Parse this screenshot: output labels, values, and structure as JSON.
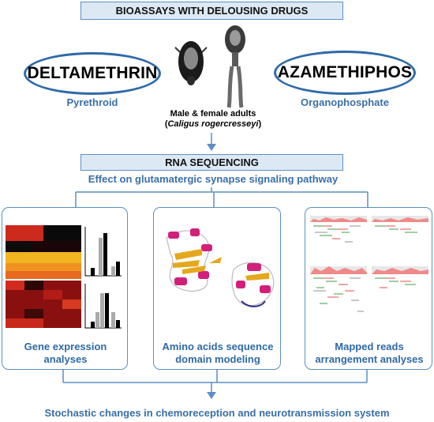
{
  "title": "BIOASSAYS WITH DELOUSING DRUGS",
  "drug_left": {
    "name": "DELTAMETHRIN",
    "class": "Pyrethroid"
  },
  "drug_right": {
    "name": "AZAMETHIPHOS",
    "class": "Organophosphate"
  },
  "specimen": {
    "line1": "Male & female adults",
    "species": "Caligus rogercresseyi"
  },
  "sequencing": {
    "title": "RNA SEQUENCING",
    "subtitle": "Effect on glutamatergic synapse signaling pathway"
  },
  "panels": [
    {
      "line1": "Gene expression",
      "line2": "analyses"
    },
    {
      "line1": "Amino acids sequence",
      "line2": "domain modeling"
    },
    {
      "line1": "Mapped reads",
      "line2": "arrangement analyses"
    }
  ],
  "conclusion": "Stochastic changes in chemoreception and neurotransmission system",
  "colors": {
    "accent": "#2f6aa8",
    "header_fill": "#dce9f5",
    "connector": "#5b8fc4"
  }
}
